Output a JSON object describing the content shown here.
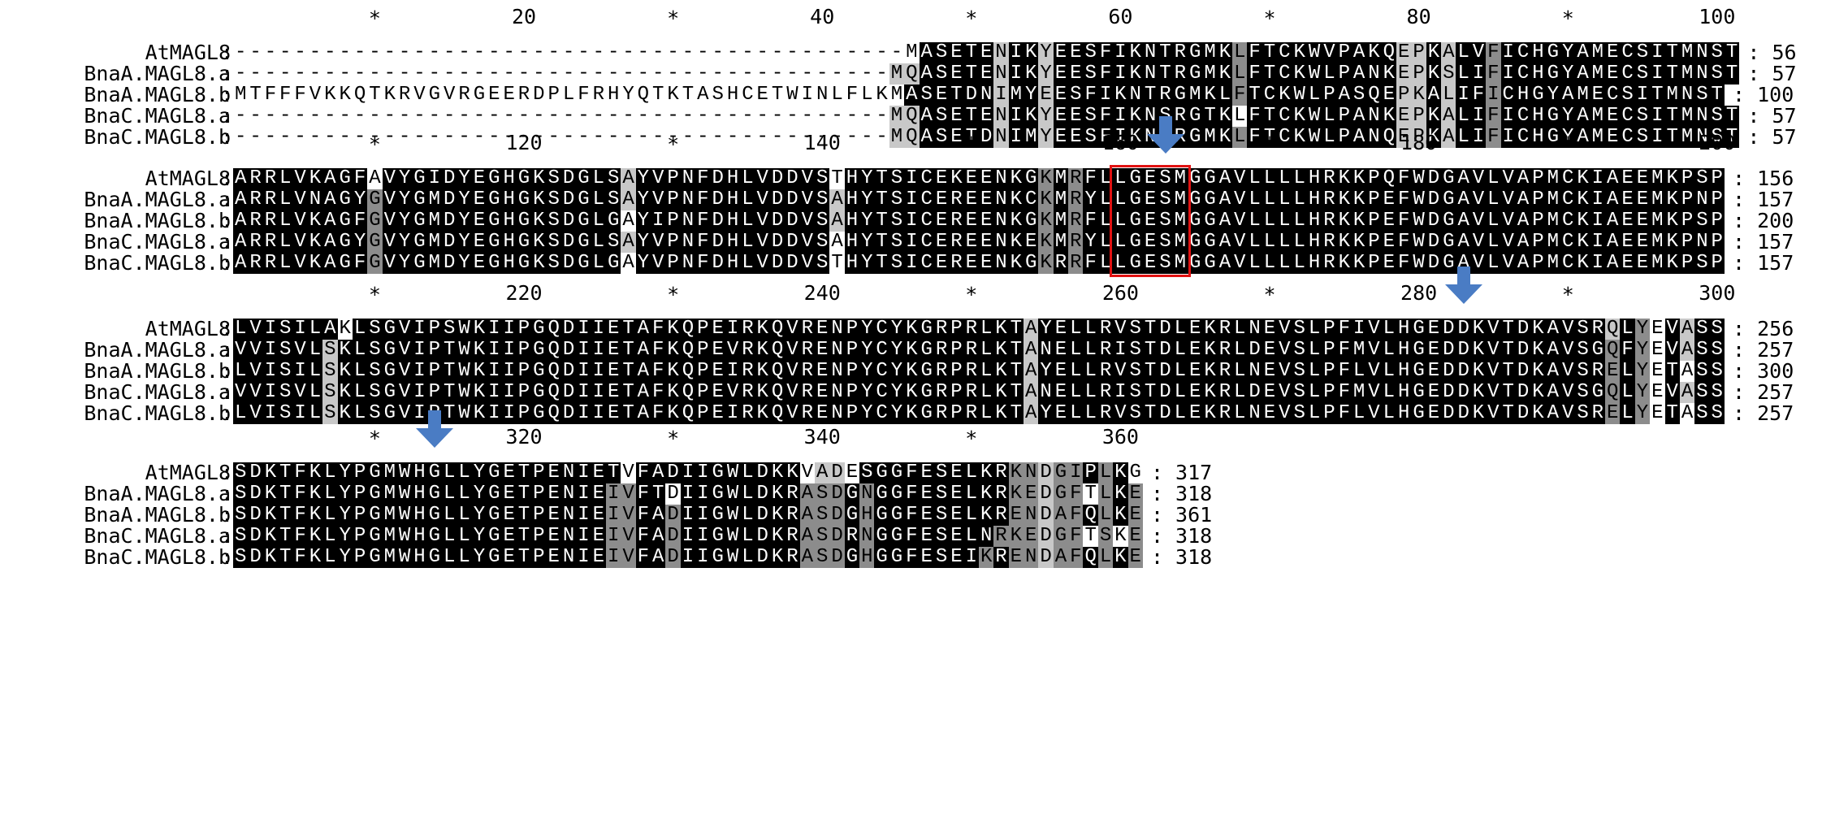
{
  "figure": {
    "sequence_names": [
      "AtMAGL8",
      "BnaA.MAGL8.a",
      "BnaA.MAGL8.b",
      "BnaC.MAGL8.a",
      "BnaC.MAGL8.b"
    ],
    "motif_label": "GESMG",
    "arrow_icon": "down-arrow-icon",
    "arrow_color": "#4a7cc4",
    "motif_box_color": "#e11111",
    "shade_colors": {
      "conserved": "#000000",
      "similar_high": "#8c8c8c",
      "similar_low": "#c8c8c8",
      "none": "#ffffff"
    }
  },
  "blocks": [
    {
      "ruler": [
        {
          "col": 10,
          "label": "*"
        },
        {
          "col": 20,
          "label": "20"
        },
        {
          "col": 30,
          "label": "*"
        },
        {
          "col": 40,
          "label": "40"
        },
        {
          "col": 50,
          "label": "*"
        },
        {
          "col": 60,
          "label": "60"
        },
        {
          "col": 70,
          "label": "*"
        },
        {
          "col": 80,
          "label": "80"
        },
        {
          "col": 90,
          "label": "*"
        },
        {
          "col": 100,
          "label": "100"
        }
      ],
      "arrows": [],
      "motif": null,
      "rows": [
        {
          "seq": "---------------------------------------------MASETENIKYEESFIKNTRGMKLFTCKWVPAKQEPKALVFICHGYAMECSITMNST",
          "end": "56",
          "shade": "000000000000000000000000000000000000000000000011111311311111111111121111111111331311211111111111111111"
        },
        {
          "seq": "--------------------------------------------MQASETENIKYEESFIKNTRGMKLFTCKWLPANKEPKSLIFICHGYAMECSITMNST",
          "end": "57",
          "shade": "000000000000000000000000000000000000000000003311111311311111111111121111111111331311211111111111111111"
        },
        {
          "seq": "MTFFFVKKQTKRVGVRGEERDPLFRHYQTKTASHCETWINLFLKMASETDNIMYEESFIKNTRGMKLFTCKWLPASQEPKALIFICHGYAMECSITMNST",
          "end": "100",
          "shade": "000000000000000000000000000000000000000000000111111311311111111111121111111111331311211111111111111111"
        },
        {
          "seq": "--------------------------------------------MQASETENIKYEESFIKNSRGTKLFTCKWLPANKEPKALIFICHGYAMECSITMNST",
          "end": "57",
          "shade": "000000000000000000000000000000000000000000003311111311311111111111101111111111331311211111111111111111"
        },
        {
          "seq": "--------------------------------------------MQASETDNIMYEESFIKNTRGMKLFTCKWLPANQEPKALIFICHGYAMECSITMNST",
          "end": "57",
          "shade": "000000000000000000000000000000000000000000003311111311311111111111121111111111331311211111111111111111"
        }
      ]
    },
    {
      "ruler": [
        {
          "col": 10,
          "label": "*"
        },
        {
          "col": 20,
          "label": "120"
        },
        {
          "col": 30,
          "label": "*"
        },
        {
          "col": 40,
          "label": "140"
        },
        {
          "col": 50,
          "label": "*"
        },
        {
          "col": 60,
          "label": "160"
        },
        {
          "col": 70,
          "label": "*"
        },
        {
          "col": 80,
          "label": "180"
        },
        {
          "col": 90,
          "label": "*"
        },
        {
          "col": 100,
          "label": "200"
        }
      ],
      "arrows": [
        {
          "col": 63
        }
      ],
      "motif": {
        "start": 60,
        "end": 64
      },
      "rows": [
        {
          "seq": "ARRLVKAGFAVYGIDYEGHGKSDGLSAYVPNFDHLVDDVSTHYTSICEKEENKGKMRFLLGESMGGAVLLLLHRKKPQFWDGAVLVAPMCKIAEEMKPSP",
          "end": "156",
          "shade": "111111111011111111111111113111111111111101111111111111212111111111111111111111111111111111111111111111"
        },
        {
          "seq": "ARRLVNAGYGVYGMDYEGHGKSDGLSAYVPNFDHLVDDVSAHYTSICEREENKCKMRYLLGESMGGAVLLLLHRKKPEFWDGAVLVAPMCKIAEEMKPNP",
          "end": "157",
          "shade": "111111111211111111111111113111111111111131111111111111212111111111111111111111111111111111111111111101"
        },
        {
          "seq": "ARRLVKAGFGVYGMDYEGHGKSDGLGAYIPNFDHLVDDVSAHYTSICEREENKGKMRFLLGESMGGAVLLLLHRKKPEFWDGAVLVAPMCKIAEEMKPSP",
          "end": "200",
          "shade": "111111111211111111111111110111111111111131111111111111212111111111111111111111111111111111111111111121"
        },
        {
          "seq": "ARRLVKAGYGVYGMDYEGHGKSDGLSAYVPNFDHLVDDVSAHYTSICEREENKEKMRYLLGESMGGAVLLLLHRKKPEFWDGAVLVAPMCKIAEEMKPNP",
          "end": "157",
          "shade": "111111111211111111111111113111111111111101111111111111212111111111111111111111111111111111111111111101"
        },
        {
          "seq": "ARRLVKAGFGVYGMDYEGHGKSDGLGAYVPNFDHLVDDVSTHYTSICEREENKGKRRFLLGESMGGAVLLLLHRKKPEFWDGAVLVAPMCKIAEEMKPSP",
          "end": "157",
          "shade": "111111111211111111111111110111111111111101111111111111212111111111111111111111111111111111111111111121"
        }
      ]
    },
    {
      "ruler": [
        {
          "col": 10,
          "label": "*"
        },
        {
          "col": 20,
          "label": "220"
        },
        {
          "col": 30,
          "label": "*"
        },
        {
          "col": 40,
          "label": "240"
        },
        {
          "col": 50,
          "label": "*"
        },
        {
          "col": 60,
          "label": "260"
        },
        {
          "col": 70,
          "label": "*"
        },
        {
          "col": 80,
          "label": "280"
        },
        {
          "col": 90,
          "label": "*"
        },
        {
          "col": 100,
          "label": "300"
        }
      ],
      "arrows": [
        {
          "col": 83
        }
      ],
      "motif": null,
      "rows": [
        {
          "seq": "LVISILAKLSGVIPSWKIIPGQDIIETAFKQPEIRKQVRENPYCYKGRPRLKTAYELLRVSTDLEKRLNEVSLPFIVLHGEDDKVTDKAVSRQLYEVASS",
          "end": "256",
          "shade": "111111101111111111111111111111111111111111111111111113111111111111111111111111111111111111113120131111"
        },
        {
          "seq": "VVISVLSKLSGVIPTWKIIPGQDIIETAFKQPEVRKQVRENPYCYKGRPRLKTANELLRISTDLEKRLDEVSLPFMVLHGEDDKVTDKAVSGQFYEVASS",
          "end": "257",
          "shade": "111111311111111111111111111111111111111111111111111113111111111111111111111111111111111111112120131111"
        },
        {
          "seq": "LVISILSKLSGVIPTWKIIPGQDIIETAFKQPEIRKQVRENPYCYKGRPRLKTAYELLRVSTDLEKRLNEVSLPFLVLHGEDDKVTDKAVSRELYETASS",
          "end": "300",
          "shade": "111111311111111111111111111111111111111111111111111113111111111111111111111111111111111111112120101111"
        },
        {
          "seq": "VVISVLSKLSGVIPTWKIIPGQDIIETAFKQPEVRKQVRENPYCYKGRPRLKTANELLRISTDLEKRLDEVSLPFMVLHGEDDKVTDKAVSGQLYEVASS",
          "end": "257",
          "shade": "111111311111111111111111111111111111111111111111111113111111111111111111111111111111111111112120131111"
        },
        {
          "seq": "LVISILSKLSGVIPTWKIIPGQDIIETAFKQPEIRKQVRENPYCYKGRPRLKTAYELLRVSTDLEKRLNEVSLPFLVLHGEDDKVTDKAVSRELYETASS",
          "end": "257",
          "shade": "111111311111111111111111111111111111111111111111111113111111111111111111111111111111111111112120101111"
        }
      ]
    },
    {
      "ruler": [
        {
          "col": 10,
          "label": "*"
        },
        {
          "col": 20,
          "label": "320"
        },
        {
          "col": 30,
          "label": "*"
        },
        {
          "col": 40,
          "label": "340"
        },
        {
          "col": 50,
          "label": "*"
        },
        {
          "col": 60,
          "label": "360"
        }
      ],
      "arrows": [
        {
          "col": 14
        }
      ],
      "motif": null,
      "rows": [
        {
          "seq": "SDKTFKLYPGMWHGLLYGETPENIETVFADIIGWLDKKVADESGGFESELKRKNDGIPLKG",
          "end": "317",
          "shade": "1111111111111111111111111101111111111103301111111111223221210"
        },
        {
          "seq": "SDKTFKLYPGMWHGLLYGETPENIEIVFTDIIGWLDKRASDGNGGFESELKRKEDGFTLKE",
          "end": "318",
          "shade": "1111111111111111111111111221101111111122212111111111223220212"
        },
        {
          "seq": "SDKTFKLYPGMWHGLLYGETPENIEIVFADIIGWLDKRASDGHGGFESELKRENDAFQLKE",
          "end": "361",
          "shade": "1111111111111111111111111221121111111122212111111111223221212"
        },
        {
          "seq": "SDKTFKLYPGMWHGLLYGETPENIEIVFADIIGWLDKRASDRNGGFESELNRKEDGFTSKE",
          "end": "318",
          "shade": "1111111111111111111111111221121111111122212111111112223220202"
        },
        {
          "seq": "SDKTFKLYPGMWHGLLYGETPENIEIVFADIIGWLDKRASDGHGGFESEIKRENDAFQLKE",
          "end": "318",
          "shade": "1111111111111111111111111221121111111122212111111121223221212"
        }
      ]
    }
  ]
}
